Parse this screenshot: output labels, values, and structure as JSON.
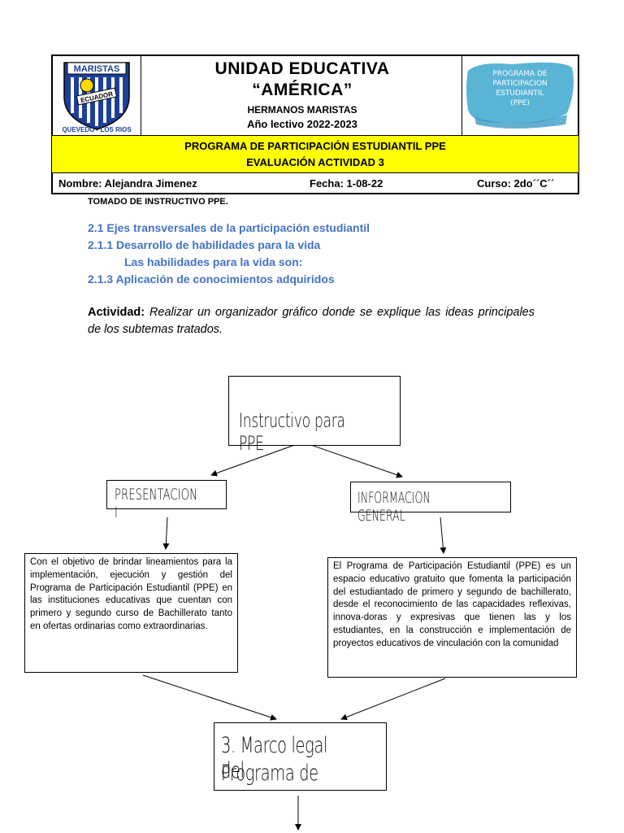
{
  "header": {
    "logo_left": {
      "text_top": "MARISTAS",
      "text_band": "ECUADOR",
      "text_arc": "QUEVEDO - LOS RIOS"
    },
    "title_line1": "UNIDAD EDUCATIVA",
    "title_line2": "“AMÉRICA”",
    "subtitle": "HERMANOS MARISTAS",
    "year": "Año lectivo 2022-2023",
    "logo_right": {
      "lines": [
        "PROGRAMA DE",
        "PARTICIPACION",
        "ESTUDIANTIL",
        "(PPE)"
      ],
      "bg_color": "#5ab4d6"
    }
  },
  "banner": {
    "line1": "PROGRAMA DE PARTICIPACIÓN ESTUDIANTIL PPE",
    "line2": "EVALUACIÓN ACTIVIDAD 3",
    "bg_color": "#ffff00"
  },
  "info": {
    "nombre": "Nombre:  Alejandra Jimenez",
    "fecha": "Fecha: 1-08-22",
    "curso": "Curso: 2do´´C´´"
  },
  "body": {
    "tomado": "TOMADO DE INSTRUCTIVO PPE.",
    "sections": [
      "2.1 Ejes transversales de la participación estudiantil",
      "2.1.1 Desarrollo de habilidades para la vida",
      "Las habilidades para la vida son:",
      "2.1.3 Aplicación de conocimientos adquiridos"
    ],
    "section_color": "#4472c4",
    "actividad_label": "Actividad:",
    "actividad_text": "Realizar un organizador gráfico donde se explique las ideas principales de los subtemas tratados."
  },
  "diagram": {
    "main": "Instructivo para PPE",
    "left_title": "PRESENTACION I",
    "right_title": "INFORMACION GENERAL",
    "left_text": "Con el objetivo de brindar lineamientos para la implementación, ejecución y gestión del Programa de Participación Estudiantil (PPE) en las instituciones educativas que cuentan con primero y segundo curso de Bachillerato tanto en ofertas ordinarias como extraordinarias.",
    "right_text": "El Programa de Participación Estudiantil (PPE) es un espacio educativo gratuito que fomenta la participación del estudiantado de primero y segundo de bachillerato, desde el reconocimiento de las capacidades reflexivas, innova-doras y expresivas que tienen las y los estudiantes, en la construcción e implementación de proyectos educativos de vinculación con la comunidad",
    "bottom_line1": "3. Marco legal del",
    "bottom_line2": "Programa de"
  }
}
